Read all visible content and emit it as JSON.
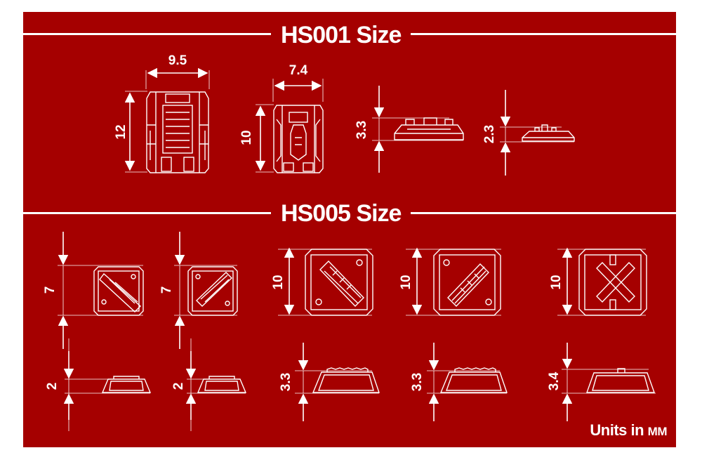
{
  "sections": {
    "top_title": "HS001 Size",
    "bottom_title": "HS005 Size"
  },
  "dimensions": {
    "hs001_front_width": "9.5",
    "hs001_front_height": "12",
    "hs001_back_width": "7.4",
    "hs001_back_height": "10",
    "hs001_side_a_height": "3.3",
    "hs001_side_b_height": "2.3",
    "hs005_a_top": "7",
    "hs005_b_top": "7",
    "hs005_c_top": "10",
    "hs005_d_top": "10",
    "hs005_e_top": "10",
    "hs005_a_side": "2",
    "hs005_b_side": "2",
    "hs005_c_side": "3.3",
    "hs005_d_side": "3.3",
    "hs005_e_side": "3.4"
  },
  "footer": {
    "units_prefix": "Units in ",
    "units_unit": "MM"
  },
  "colors": {
    "background": "#a50000",
    "line": "#ffffff"
  }
}
